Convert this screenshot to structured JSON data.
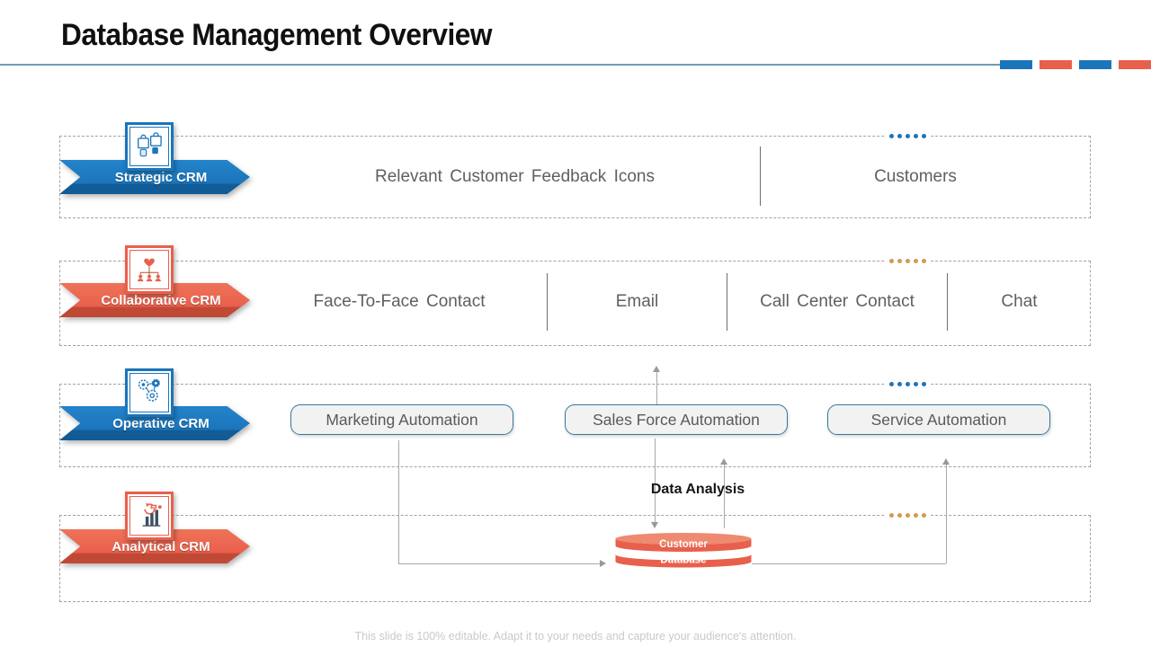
{
  "slide": {
    "title": "Database Management Overview",
    "footer": "This slide is 100% editable. Adapt it to your needs and capture your audience's attention."
  },
  "colors": {
    "blue_accent": "#1b75bb",
    "orange_accent": "#e8604c",
    "dot_blue": "#1b75bb",
    "dot_orange": "#d09a52",
    "connector_gray": "#a8a8a8"
  },
  "rows": [
    {
      "label": "Strategic CRM",
      "theme": "blue",
      "icon": "team-puzzle-icon",
      "items": [
        "Relevant Customer Feedback Icons",
        "Customers"
      ]
    },
    {
      "label": "Collaborative CRM",
      "theme": "orange",
      "icon": "people-network-heart-icon",
      "items": [
        "Face-To-Face Contact",
        "Email",
        "Call Center Contact",
        "Chat"
      ]
    },
    {
      "label": "Operative CRM",
      "theme": "blue",
      "icon": "gears-belt-icon",
      "buttons": [
        "Marketing Automation",
        "Sales Force Automation",
        "Service Automation"
      ]
    },
    {
      "label": "Analytical CRM",
      "theme": "orange",
      "icon": "chart-analysis-icon",
      "annotation": "Data Analysis",
      "database": {
        "top_label": "Customer",
        "bottom_label": "Database"
      }
    }
  ]
}
